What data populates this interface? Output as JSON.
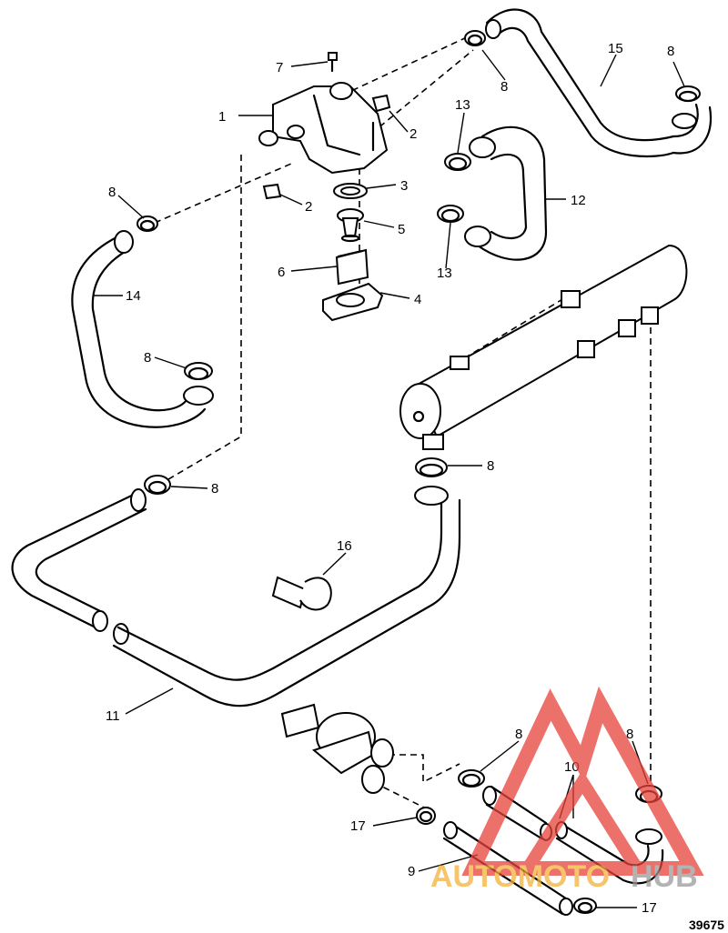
{
  "diagram": {
    "document_number": "39675",
    "callouts": [
      {
        "id": "c1",
        "label": "1"
      },
      {
        "id": "c2a",
        "label": "2"
      },
      {
        "id": "c2b",
        "label": "2"
      },
      {
        "id": "c3",
        "label": "3"
      },
      {
        "id": "c4",
        "label": "4"
      },
      {
        "id": "c5",
        "label": "5"
      },
      {
        "id": "c6",
        "label": "6"
      },
      {
        "id": "c7",
        "label": "7"
      },
      {
        "id": "c8a",
        "label": "8"
      },
      {
        "id": "c8b",
        "label": "8"
      },
      {
        "id": "c8c",
        "label": "8"
      },
      {
        "id": "c8d",
        "label": "8"
      },
      {
        "id": "c8e",
        "label": "8"
      },
      {
        "id": "c8f",
        "label": "8"
      },
      {
        "id": "c8g",
        "label": "8"
      },
      {
        "id": "c8h",
        "label": "8"
      },
      {
        "id": "c9",
        "label": "9"
      },
      {
        "id": "c10",
        "label": "10"
      },
      {
        "id": "c11",
        "label": "11"
      },
      {
        "id": "c12",
        "label": "12"
      },
      {
        "id": "c13a",
        "label": "13"
      },
      {
        "id": "c13b",
        "label": "13"
      },
      {
        "id": "c14",
        "label": "14"
      },
      {
        "id": "c15",
        "label": "15"
      },
      {
        "id": "c16",
        "label": "16"
      },
      {
        "id": "c17a",
        "label": "17"
      },
      {
        "id": "c17b",
        "label": "17"
      }
    ]
  },
  "watermark": {
    "text_part1": "AUTOMOTO",
    "text_part2": "HUB",
    "triangle_color": "#e8423a",
    "text_color_1": "#f4b23a",
    "text_color_2": "#9a9a9a"
  }
}
